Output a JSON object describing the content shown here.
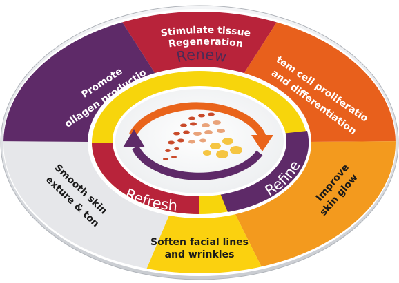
{
  "segments": {
    "top": {
      "line1": "Stimulate tissue",
      "line2": "Regeneration",
      "color": "#b8233a"
    },
    "top_right": {
      "line1": "Stem cell proliferation",
      "line2": "and differentiation",
      "color": "#e8601c"
    },
    "right": {
      "line1": "Improve",
      "line2": "skin glow",
      "color": "#f39a1e"
    },
    "bottom": {
      "line1": "Soften facial lines",
      "line2": "and wrinkles",
      "color": "#fbd10f"
    },
    "left": {
      "line1": "Smooth skin",
      "line2": "texture & tone",
      "color": "#e6e7ea"
    },
    "top_left": {
      "line1": "Promote",
      "line2": "collagen production",
      "color": "#5e2a68"
    }
  },
  "ring": {
    "renew": "Renew",
    "refine": "Refine",
    "refresh": "Refresh",
    "colors": {
      "yellow": "#f7d50c",
      "red": "#b8233a",
      "purple": "#5e2a68",
      "arrow_orange": "#e9641b",
      "arrow_purple": "#5e2a68"
    }
  }
}
